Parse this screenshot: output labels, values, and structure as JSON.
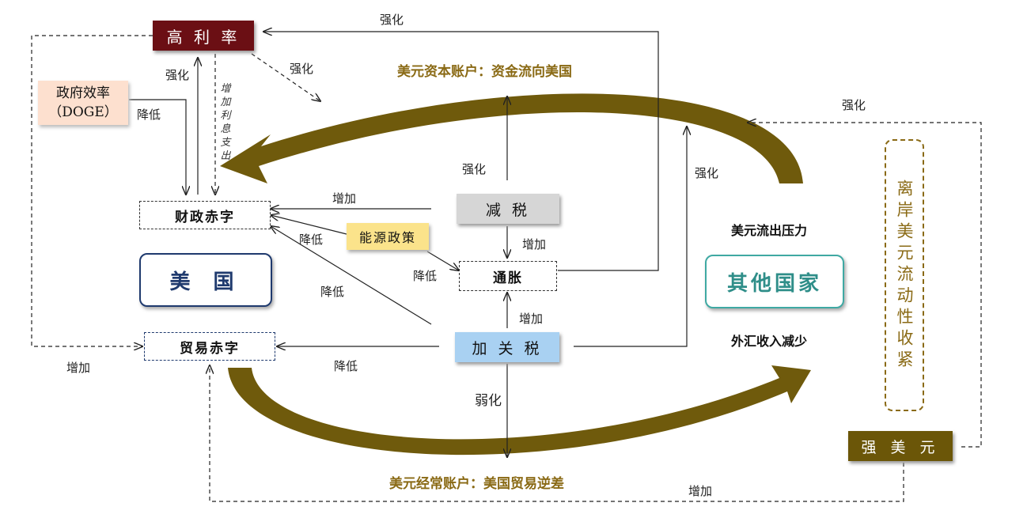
{
  "nodes": {
    "high_rate": "高 利 率",
    "doge": "政府效率（DOGE）",
    "fiscal_deficit": "财政赤字",
    "usa": "美  国",
    "trade_deficit": "贸易赤字",
    "tax_cut": "减  税",
    "energy_policy": "能源政策",
    "inflation": "通胀",
    "tariff": "加 关 税",
    "other_countries": "其他国家",
    "offshore_liquidity": "离岸美元流动性收紧",
    "strong_usd": "强 美 元"
  },
  "flows": {
    "capital_account": "美元资本账户：资金流向美国",
    "current_account": "美元经常账户：美国贸易逆差",
    "outflow_pressure": "美元流出压力",
    "fx_income_down": "外汇收入减少"
  },
  "edge_labels": {
    "strengthen_top": "强化",
    "strengthen_diag": "强化",
    "strengthen_left": "强化",
    "interest_expense": "增加利息支出",
    "reduce_doge": "降低",
    "strengthen_mid": "强化",
    "increase_fiscal": "增加",
    "increase_inflation": "增加",
    "reduce_energy_fiscal": "降低",
    "reduce_energy_inflation": "降低",
    "reduce_tariff_fiscal": "降低",
    "increase_tariff_inflation": "增加",
    "weaken": "弱化",
    "reduce_trade": "降低",
    "increase_trade_left": "增加",
    "strengthen_right": "强化",
    "strengthen_far_right": "强化",
    "increase_bottom": "增加"
  },
  "colors": {
    "dark_red": "#6b0f14",
    "gold_arrow": "#6f5a0c",
    "gold_text": "#8a6a15",
    "navy": "#1f3a6e",
    "teal": "#3fa9a3",
    "gray_box": "#d6d6d6",
    "yellow_box": "#fbe38b",
    "blue_box": "#a9d1f2",
    "peach_box": "#fde0cf",
    "strong_usd_box": "#6b5608"
  }
}
